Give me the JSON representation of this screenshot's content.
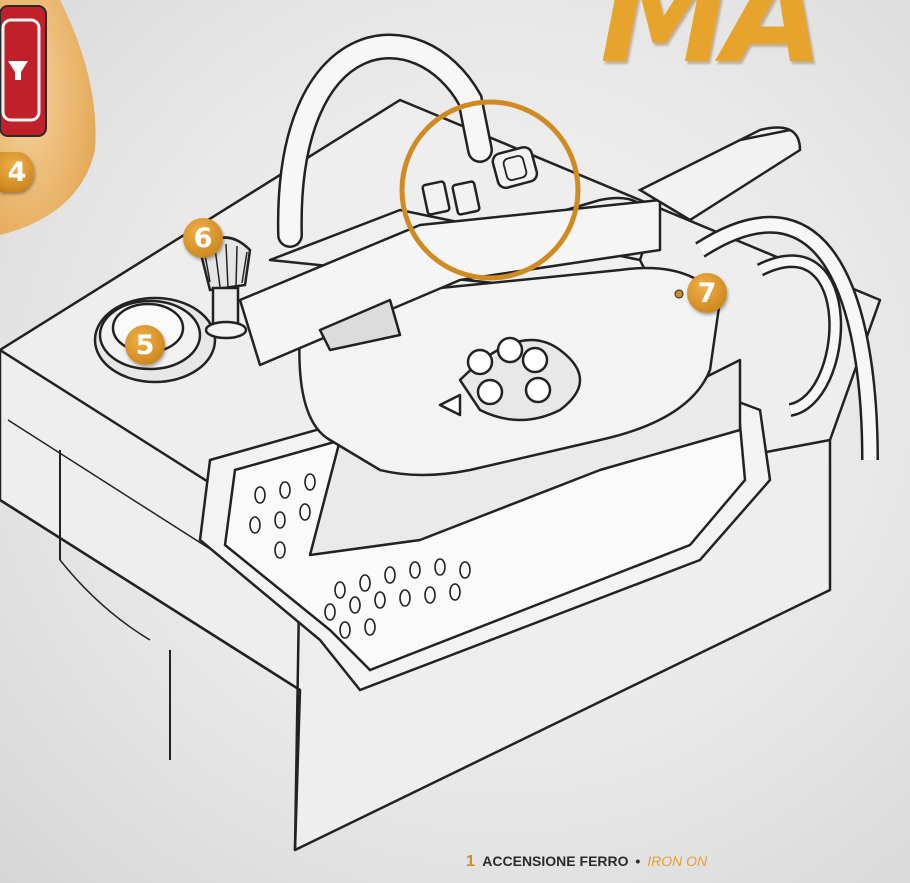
{
  "brand": {
    "text": "MA",
    "color": "#e7a42c"
  },
  "callouts": [
    {
      "id": "4",
      "label": "4"
    },
    {
      "id": "5",
      "label": "5"
    },
    {
      "id": "6",
      "label": "6"
    },
    {
      "id": "7",
      "label": "7"
    }
  ],
  "side_panel": {
    "icon": "filter-icon",
    "accent": "#c0202a"
  },
  "caption": {
    "number": "1",
    "italian": "ACCENSIONE FERRO",
    "separator": "•",
    "english": "IRON ON"
  },
  "colors": {
    "accent": "#d08a22",
    "red": "#c0202a"
  }
}
